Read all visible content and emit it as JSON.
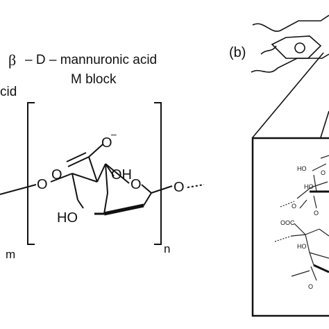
{
  "panel_a": {
    "beta_symbol": "β",
    "title_line1": "– D – mannuronic acid",
    "title_line2": "M block",
    "left_fragment": "cid",
    "left_subscript": "m",
    "repeat_subscript": "n",
    "atoms": {
      "carboxylate_charge": "O",
      "minus": "–",
      "carbonyl_o": "O",
      "hydroxyl_top": "OH",
      "ring_o": "O",
      "hydroxyl_bottom": "HO",
      "link_o_left": "O",
      "link_o_right": "O"
    }
  },
  "panel_b": {
    "label": "(b)",
    "inset_labels": {
      "ho_1": "HO",
      "ho_2": "HO",
      "o_1": "O",
      "o_2": "O",
      "ooc": "OOC",
      "ho_3": "HO"
    }
  }
}
